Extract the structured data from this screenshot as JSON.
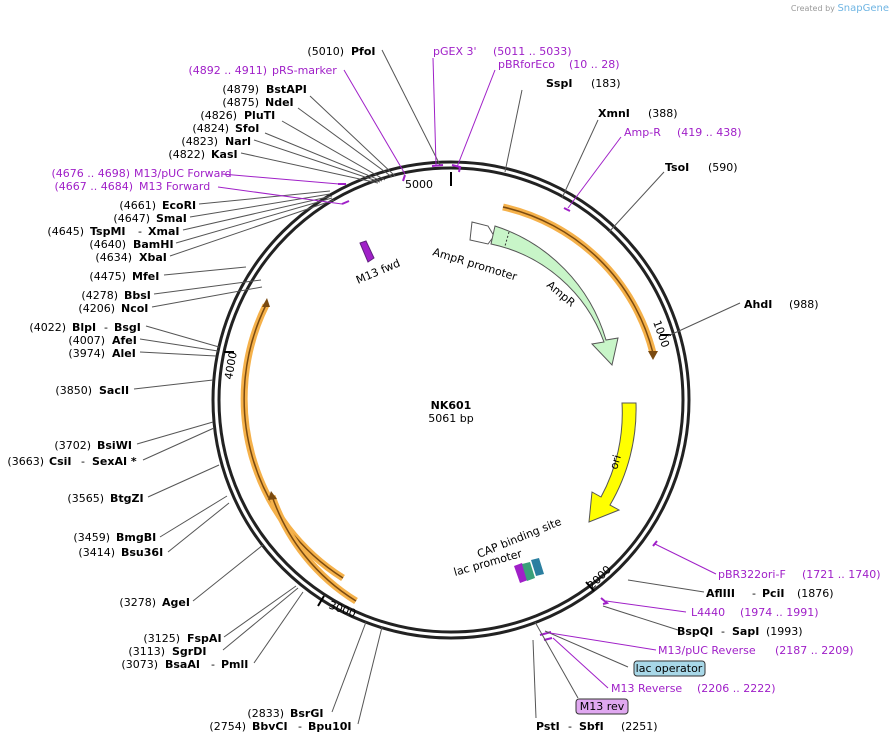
{
  "brand": {
    "created_by": "Created by",
    "logo": "SnapGene"
  },
  "plasmid": {
    "name": "NK601",
    "length": "5061 bp"
  },
  "colors": {
    "primer": "#a020c8",
    "ampr": "#c8f5c8",
    "ori": "#ffff00",
    "orange_frame": "#f5b14a",
    "backbone": "#222222"
  },
  "ticks": {
    "t1000": "1000",
    "t2000": "2000",
    "t3000": "3000",
    "t4000": "4000",
    "t5000": "5000"
  },
  "features": {
    "ampr_promoter": "AmpR promoter",
    "ampr": "AmpR",
    "ori": "ori",
    "cap": "CAP binding site",
    "lac_promoter": "lac promoter",
    "m13fwd": "M13 fwd",
    "lac_operator": "lac operator",
    "m13_rev": "M13 rev"
  },
  "labels": {
    "l5010": {
      "pos": "(5010)",
      "name": "PfoI"
    },
    "pGEX": {
      "name": "pGEX 3'",
      "range": "(5011 .. 5033)"
    },
    "pBRforEco": {
      "name": "pBRforEco",
      "range": "(10 .. 28)"
    },
    "pRS": {
      "range": "(4892 .. 4911)",
      "name": "pRS-marker"
    },
    "l183": {
      "name": "SspI",
      "pos": "(183)"
    },
    "l4879": {
      "pos": "(4879)",
      "name": "BstAPI"
    },
    "l4875": {
      "pos": "(4875)",
      "name": "NdeI"
    },
    "l388": {
      "name": "XmnI",
      "pos": "(388)"
    },
    "l4826": {
      "pos": "(4826)",
      "name": "PluTI"
    },
    "l4824": {
      "pos": "(4824)",
      "name": "SfoI"
    },
    "ampR_primer": {
      "name": "Amp-R",
      "range": "(419 .. 438)"
    },
    "l4823": {
      "pos": "(4823)",
      "name": "NarI"
    },
    "l4822": {
      "pos": "(4822)",
      "name": "KasI"
    },
    "l590": {
      "name": "TsoI",
      "pos": "(590)"
    },
    "m13puc_fwd": {
      "range": "(4676 .. 4698)",
      "name": "M13/pUC Forward"
    },
    "m13_fwd": {
      "range": "(4667 .. 4684)",
      "name": "M13 Forward"
    },
    "l4661": {
      "pos": "(4661)",
      "name": "EcoRI"
    },
    "l4647": {
      "pos": "(4647)",
      "name": "SmaI"
    },
    "l4645": {
      "pos": "(4645)",
      "name": "TspMI",
      "name2": "XmaI"
    },
    "l4640": {
      "pos": "(4640)",
      "name": "BamHI"
    },
    "l4634": {
      "pos": "(4634)",
      "name": "XbaI"
    },
    "l4475": {
      "pos": "(4475)",
      "name": "MfeI"
    },
    "l4278": {
      "pos": "(4278)",
      "name": "BbsI"
    },
    "l4206": {
      "pos": "(4206)",
      "name": "NcoI"
    },
    "l988": {
      "name": "AhdI",
      "pos": "(988)"
    },
    "l4022": {
      "pos": "(4022)",
      "name": "BlpI",
      "name2": "BsgI"
    },
    "l4007": {
      "pos": "(4007)",
      "name": "AfeI"
    },
    "l3974": {
      "pos": "(3974)",
      "name": "AleI"
    },
    "l3850": {
      "pos": "(3850)",
      "name": "SacII"
    },
    "l3702": {
      "pos": "(3702)",
      "name": "BsiWI"
    },
    "l3663": {
      "pos": "(3663)",
      "name": "CsiI",
      "name2": "SexAI *"
    },
    "l3565": {
      "pos": "(3565)",
      "name": "BtgZI"
    },
    "l3459": {
      "pos": "(3459)",
      "name": "BmgBI"
    },
    "l3414": {
      "pos": "(3414)",
      "name": "Bsu36I"
    },
    "pBR322ori": {
      "name": "pBR322ori-F",
      "range": "(1721 .. 1740)"
    },
    "l1876": {
      "name": "AflIII",
      "name2": "PciI",
      "pos": "(1876)"
    },
    "l4440": {
      "name": "L4440",
      "range": "(1974 .. 1991)"
    },
    "l3278": {
      "pos": "(3278)",
      "name": "AgeI"
    },
    "l1993": {
      "name": "BspQI",
      "name2": "SapI",
      "pos": "(1993)"
    },
    "l3125": {
      "pos": "(3125)",
      "name": "FspAI"
    },
    "l3113": {
      "pos": "(3113)",
      "name": "SgrDI"
    },
    "l3073": {
      "pos": "(3073)",
      "name": "BsaAI",
      "name2": "PmlI"
    },
    "m13puc_rev": {
      "name": "M13/pUC Reverse",
      "range": "(2187 .. 2209)"
    },
    "m13_reverse": {
      "name": "M13 Reverse",
      "range": "(2206 .. 2222)"
    },
    "l2833": {
      "pos": "(2833)",
      "name": "BsrGI"
    },
    "l2754": {
      "pos": "(2754)",
      "name": "BbvCI",
      "name2": "Bpu10I"
    },
    "l2251": {
      "name": "PstI",
      "name2": "SbfI",
      "pos": "(2251)"
    }
  }
}
